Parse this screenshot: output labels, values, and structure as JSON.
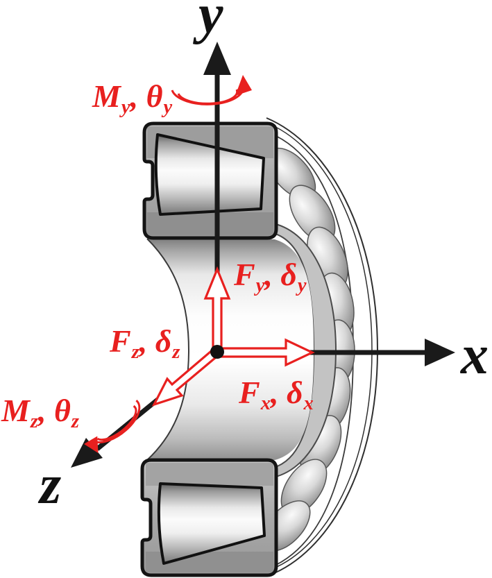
{
  "figure": {
    "colors": {
      "accent_red": "#e8201f",
      "axis_black": "#1a1a1a",
      "metal_light": "#fbfbfb",
      "metal_dark": "#787878",
      "background": "#ffffff"
    },
    "axis_labels": {
      "x": "x",
      "y": "y",
      "z": "z"
    },
    "annotations": {
      "moment_y": {
        "sym1": "M",
        "sub1": "y",
        "sep": ", ",
        "sym2": "θ",
        "sub2": "y"
      },
      "force_y": {
        "sym1": "F",
        "sub1": "y",
        "sep": ", ",
        "sym2": "δ",
        "sub2": "y"
      },
      "force_z": {
        "sym1": "F",
        "sub1": "z",
        "sep": ", ",
        "sym2": "δ",
        "sub2": "z"
      },
      "force_x": {
        "sym1": "F",
        "sub1": "x",
        "sep": ", ",
        "sym2": "δ",
        "sub2": "x"
      },
      "moment_z": {
        "sym1": "M",
        "sub1": "z",
        "sep": ", ",
        "sym2": "θ",
        "sub2": "z"
      }
    }
  }
}
